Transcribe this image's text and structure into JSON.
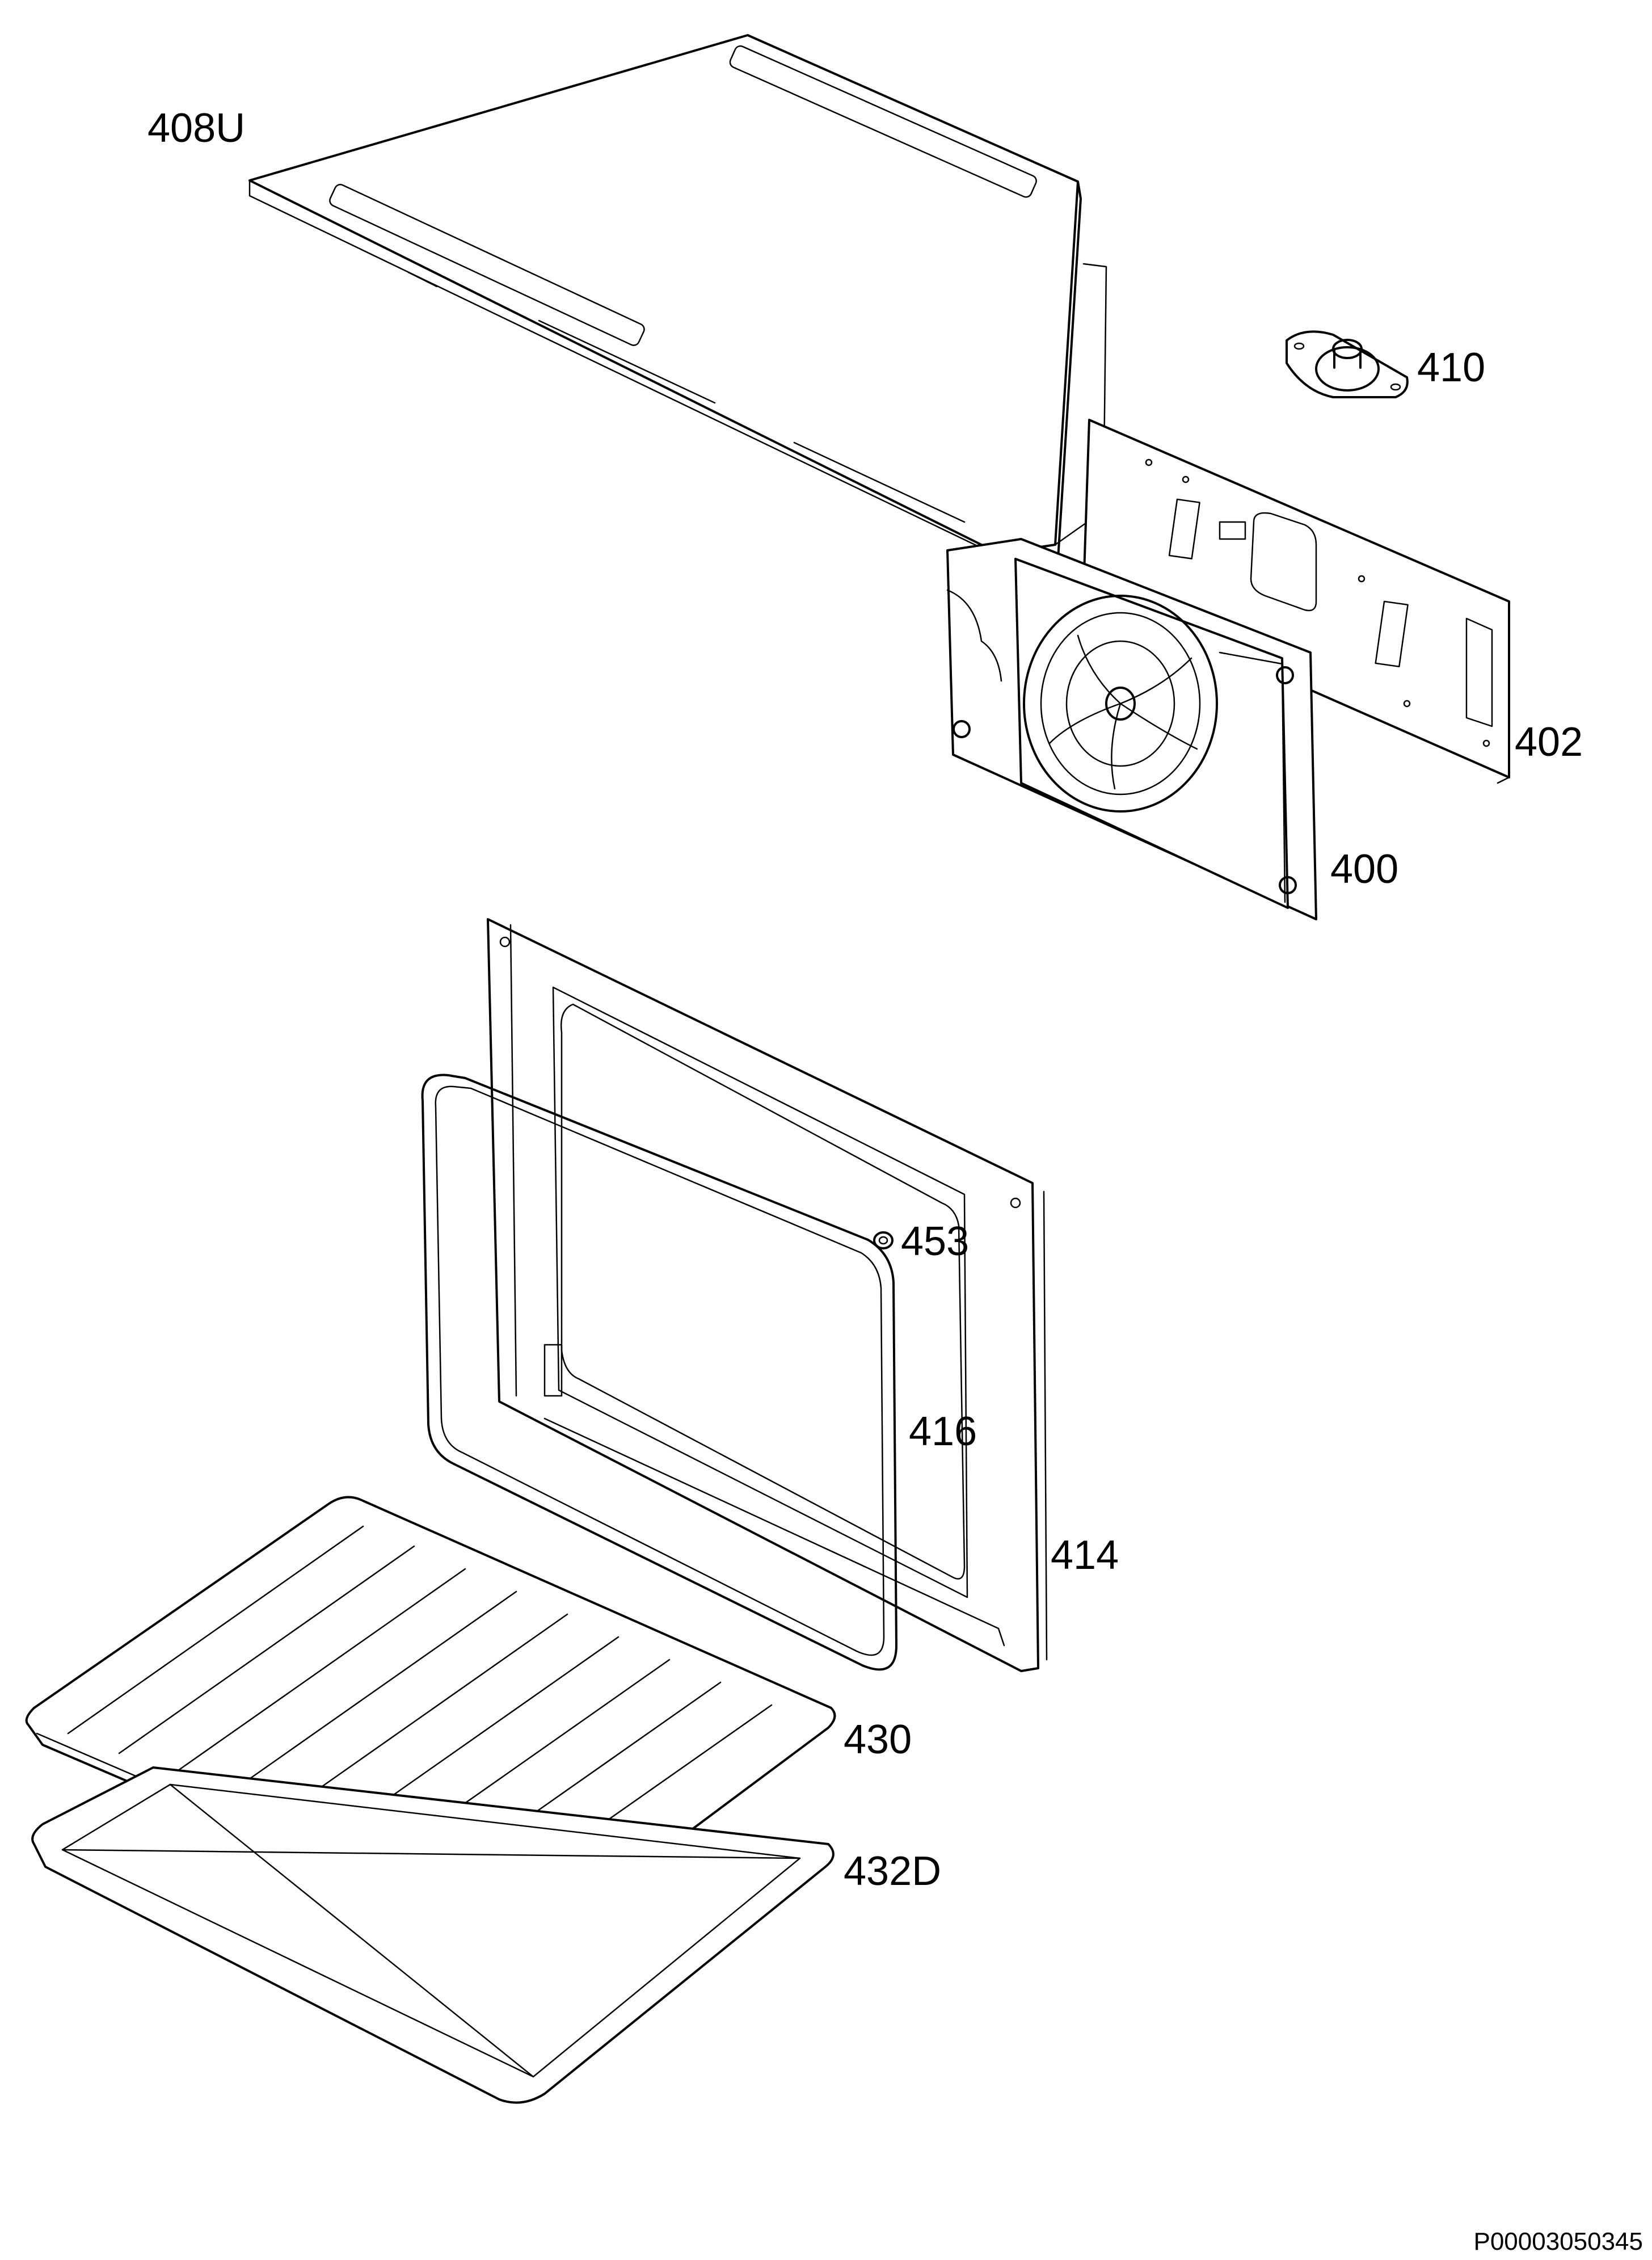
{
  "diagram": {
    "callouts": {
      "408U": "408U",
      "410": "410",
      "402": "402",
      "400": "400",
      "453": "453",
      "416": "416",
      "414": "414",
      "430": "430",
      "432D": "432D"
    },
    "document_id": "P00003050345",
    "line_color": "#000000",
    "background": "#ffffff"
  }
}
